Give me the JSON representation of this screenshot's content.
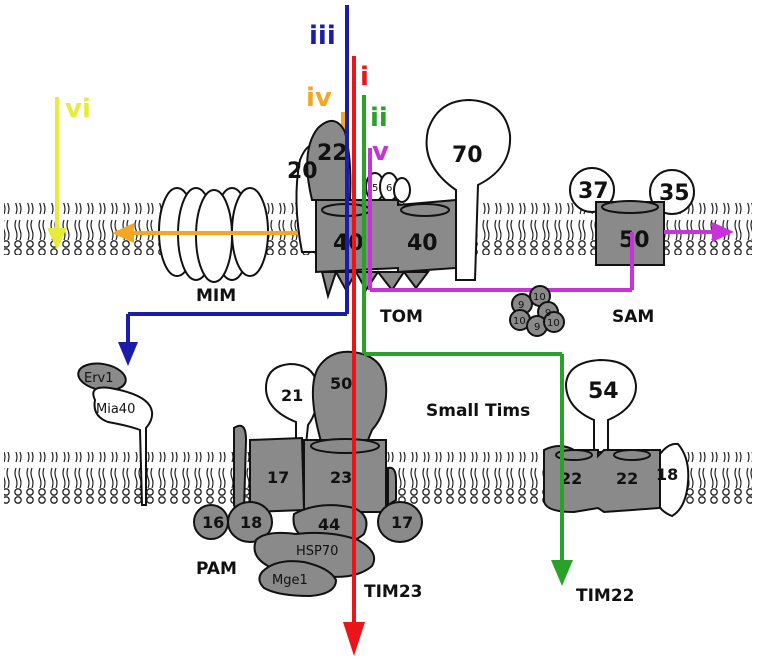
{
  "pathways": {
    "i": {
      "label": "i",
      "color": "#e8161b"
    },
    "ii": {
      "label": "ii",
      "color": "#2aa22a"
    },
    "iii": {
      "label": "iii",
      "color": "#1c1caa"
    },
    "iv": {
      "label": "iv",
      "color": "#f5a623"
    },
    "v": {
      "label": "v",
      "color": "#c832d8"
    },
    "vi": {
      "label": "vi",
      "color": "#e6ec3a"
    }
  },
  "complexes": {
    "mim": "MIM",
    "tom": "TOM",
    "sam": "SAM",
    "small_tims": "Small Tims",
    "pam": "PAM",
    "tim23": "TIM23",
    "tim22": "TIM22"
  },
  "subunits": {
    "tom20": "20",
    "tom22": "22",
    "tom40_left": "40",
    "tom40_right": "40",
    "tom70": "70",
    "tom5": "5",
    "tom6": "6",
    "sam37": "37",
    "sam35": "35",
    "sam50": "50",
    "small_tims": [
      "9",
      "10",
      "9",
      "10",
      "9",
      "10"
    ],
    "erv1": "Erv1",
    "mia40": "Mia40",
    "tim21": "21",
    "tim50": "50",
    "tim17_left": "17",
    "tim23": "23",
    "tim17_right": "17",
    "pam16": "16",
    "pam18": "18",
    "tim44": "44",
    "hsp70": "HSP70",
    "mge1": "Mge1",
    "tim54": "54",
    "tim22_left": "22",
    "tim22_right": "22",
    "tim18": "18"
  }
}
